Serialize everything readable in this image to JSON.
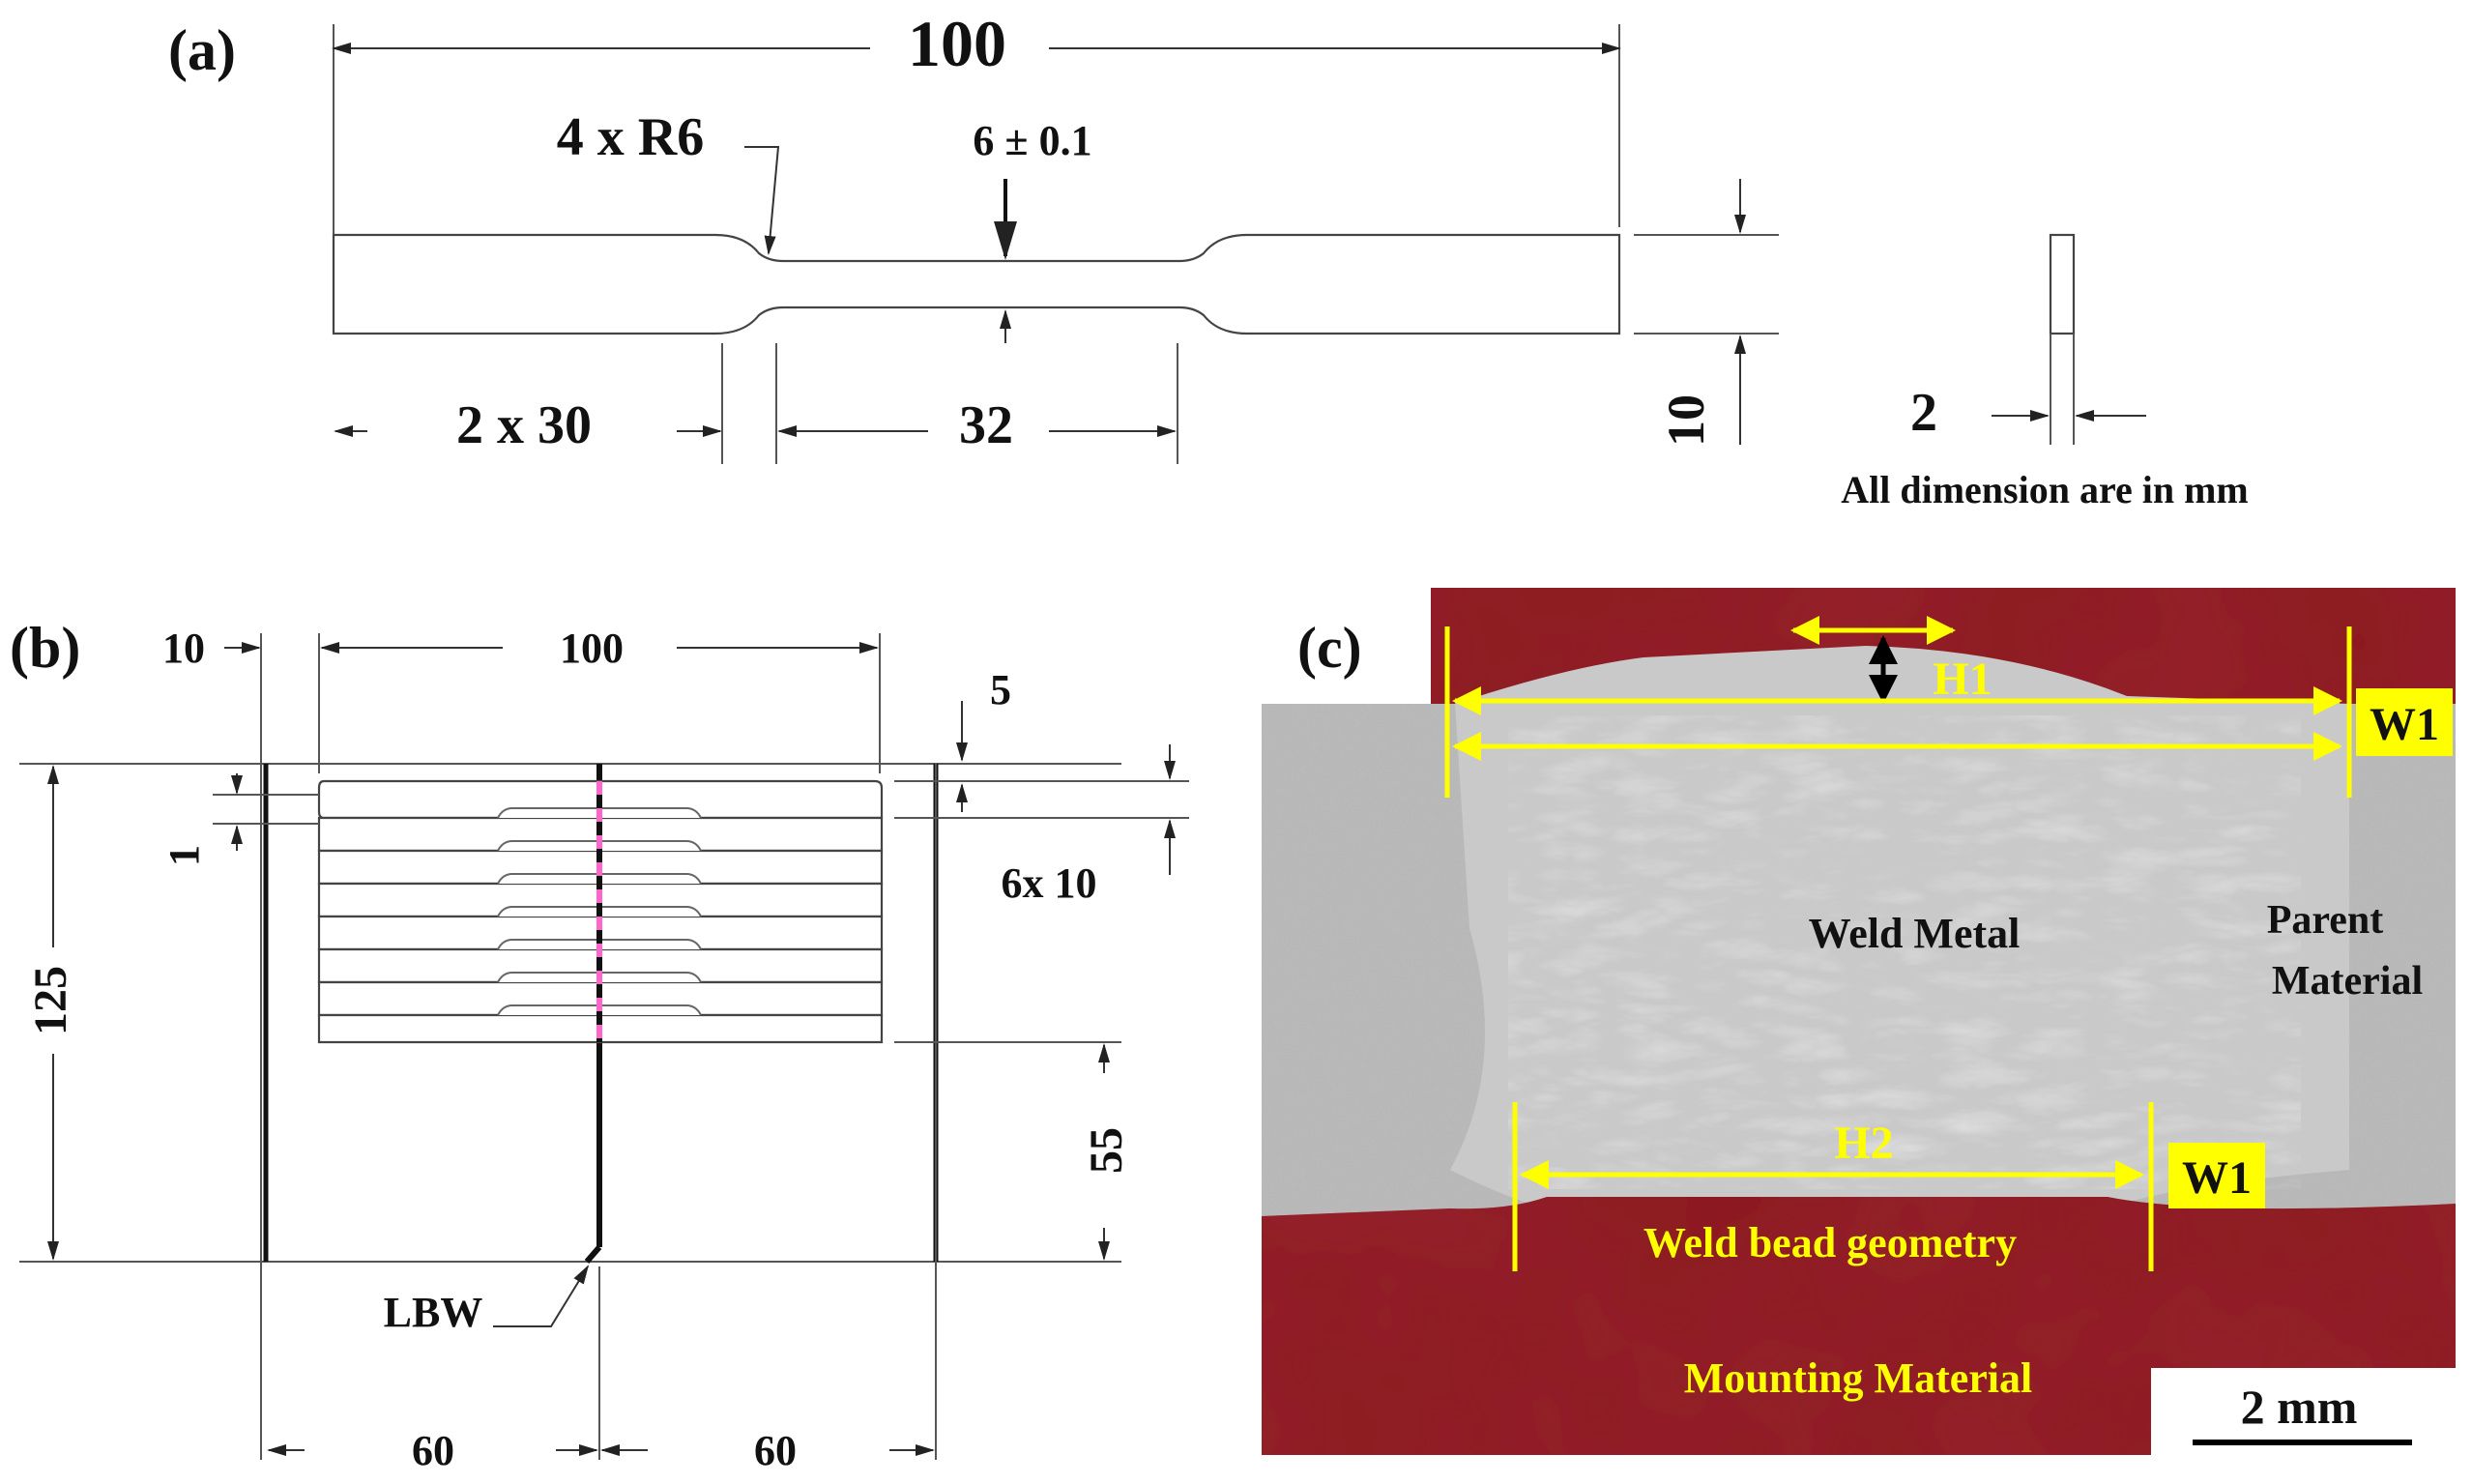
{
  "panel_a": {
    "label": "(a)",
    "overall_length": "100",
    "radius_callout": "4 x R6",
    "gauge_width": "6 ± 0.1",
    "grip_length": "2 x 30",
    "gauge_length": "32",
    "grip_width": "10",
    "thickness": "2",
    "units_note": "All dimension are in mm"
  },
  "panel_b": {
    "label": "(b)",
    "left_margin": "10",
    "layout_length": "100",
    "top_margin": "5",
    "spacing": "1",
    "specimen_pitch": "6x 10",
    "plate_height": "125",
    "bottom_margin": "55",
    "weld_label": "LBW",
    "half_width_left": "60",
    "half_width_right": "60"
  },
  "panel_c": {
    "label": "(c)",
    "h1": "H1",
    "h2": "H2",
    "w1_top": "W1",
    "w1_bottom": "W1",
    "weld_metal": "Weld Metal",
    "parent_line1": "Parent",
    "parent_line2": "Material",
    "bead_geometry": "Weld bead geometry",
    "mounting": "Mounting  Material",
    "scale": "2 mm"
  },
  "colors": {
    "annotation_yellow": "#ffff00",
    "mounting_red": "#8b1a1f",
    "metal_grey": "#b8b8b8",
    "weld_pink": "#ff66cc"
  }
}
